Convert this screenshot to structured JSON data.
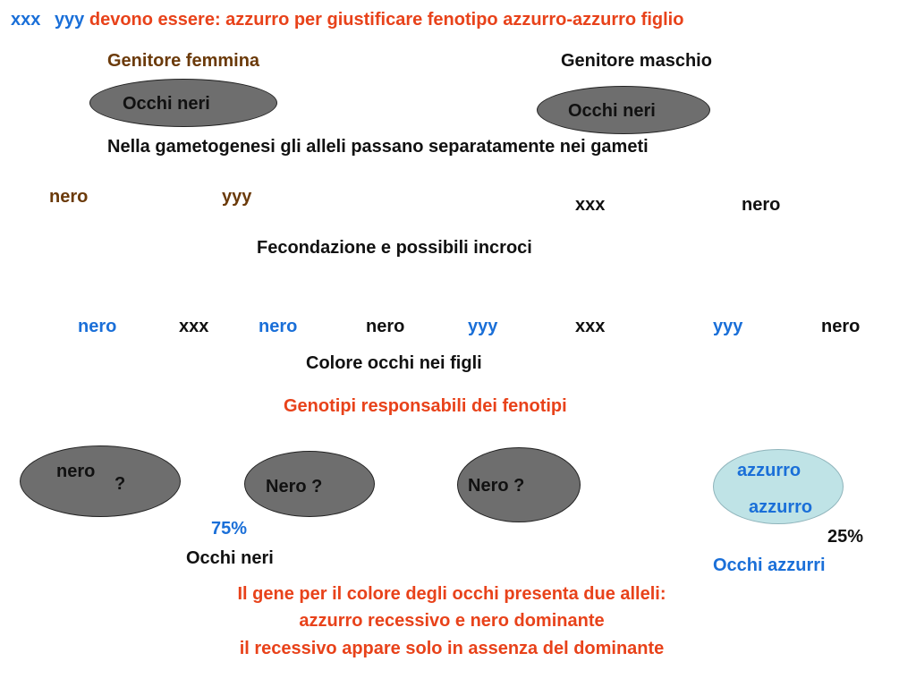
{
  "header": {
    "xxx": "xxx",
    "yyy": "yyy",
    "rest": "devono essere: azzurro per giustificare fenotipo azzurro-azzurro figlio"
  },
  "parents": {
    "female_label": "Genitore femmina",
    "male_label": "Genitore maschio",
    "female_phenotype": "Occhi neri",
    "male_phenotype": "Occhi neri"
  },
  "gametogenesis_text": "Nella gametogenesi gli alleli passano separatamente nei gameti",
  "gametes": {
    "female": [
      "nero",
      "yyy"
    ],
    "male": [
      "xxx",
      "nero"
    ]
  },
  "fecondazione_text": "Fecondazione e possibili incroci",
  "crosses": [
    "nero",
    "xxx",
    "nero",
    "nero",
    "yyy",
    "xxx",
    "yyy",
    "nero"
  ],
  "colore_text": "Colore occhi nei figli",
  "genotipi_text": "Genotipi responsabili dei fenotipi",
  "children": {
    "c1_top": "nero",
    "c1_bottom": "?",
    "c2": "Nero ?",
    "c3": "Nero ?",
    "c4_top": "azzurro",
    "c4_bottom": "azzurro"
  },
  "stats": {
    "black_pct": "75%",
    "black_label": "Occhi neri",
    "blue_pct": "25%",
    "blue_label": "Occhi azzurri"
  },
  "conclusion": {
    "line1": "Il gene per il colore degli occhi presenta due alleli:",
    "line2": "azzurro recessivo e nero dominante",
    "line3": "il recessivo appare solo in assenza del dominante"
  },
  "colors": {
    "blue": "#1a6fd8",
    "red": "#e8421a",
    "brown": "#6b3a0a",
    "oval_dark": "#6e6e6e",
    "oval_light": "#bfe3e6"
  }
}
